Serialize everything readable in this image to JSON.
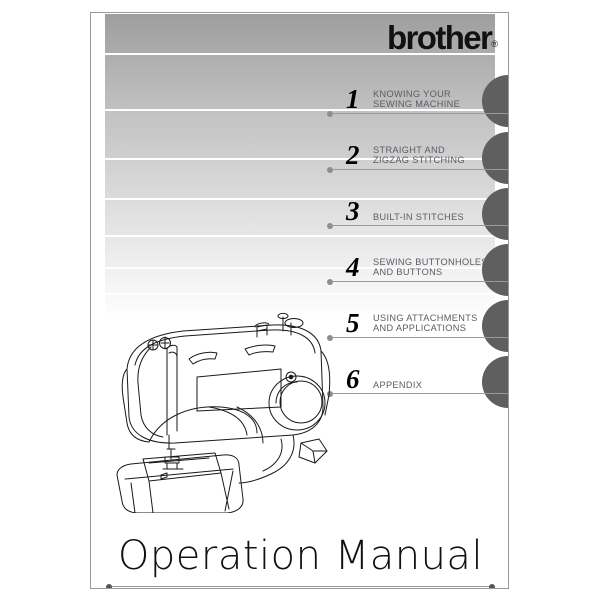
{
  "brand": {
    "logo_text": "brother",
    "registered_mark": "®"
  },
  "cover": {
    "title": "Operation Manual"
  },
  "chapters": [
    {
      "number": "1",
      "label": "KNOWING YOUR\nSEWING MACHINE"
    },
    {
      "number": "2",
      "label": "STRAIGHT AND\nZIGZAG STITCHING"
    },
    {
      "number": "3",
      "label": "BUILT-IN STITCHES"
    },
    {
      "number": "4",
      "label": "SEWING BUTTONHOLES\nAND BUTTONS"
    },
    {
      "number": "5",
      "label": "USING ATTACHMENTS\nAND APPLICATIONS"
    },
    {
      "number": "6",
      "label": "APPENDIX"
    }
  ],
  "illustration": {
    "name": "sewing-machine-line-drawing"
  },
  "colors": {
    "tab_circle": "#5f5f5f",
    "rule": "#9a9a9a",
    "label_text": "#5b5b66",
    "number_text": "#000000",
    "page_border": "#9a9a9a"
  }
}
